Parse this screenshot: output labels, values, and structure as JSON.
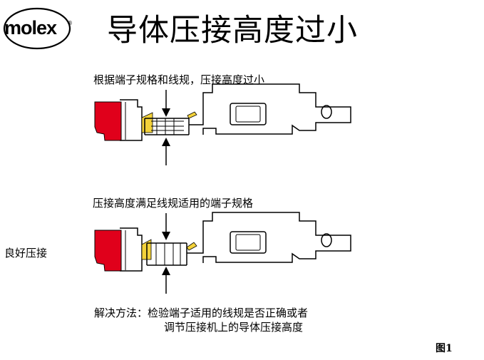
{
  "brand": {
    "logo_text": "molex",
    "registered_mark": "®"
  },
  "title": "导体压接高度过小",
  "top_caption": "根据端子规格和线规，压接高度过小",
  "bottom_caption": "压接高度满足线规适用的端子规格",
  "side_label": "良好压接",
  "solution": {
    "line1": "解决方法：检验端子适用的线规是否正确或者",
    "line2": "调节压接机上的导体压接高度"
  },
  "figure_label": "图1",
  "colors": {
    "insulation": "#e0001b",
    "conductor_strands": "#f3d23a",
    "outline": "#000000"
  }
}
